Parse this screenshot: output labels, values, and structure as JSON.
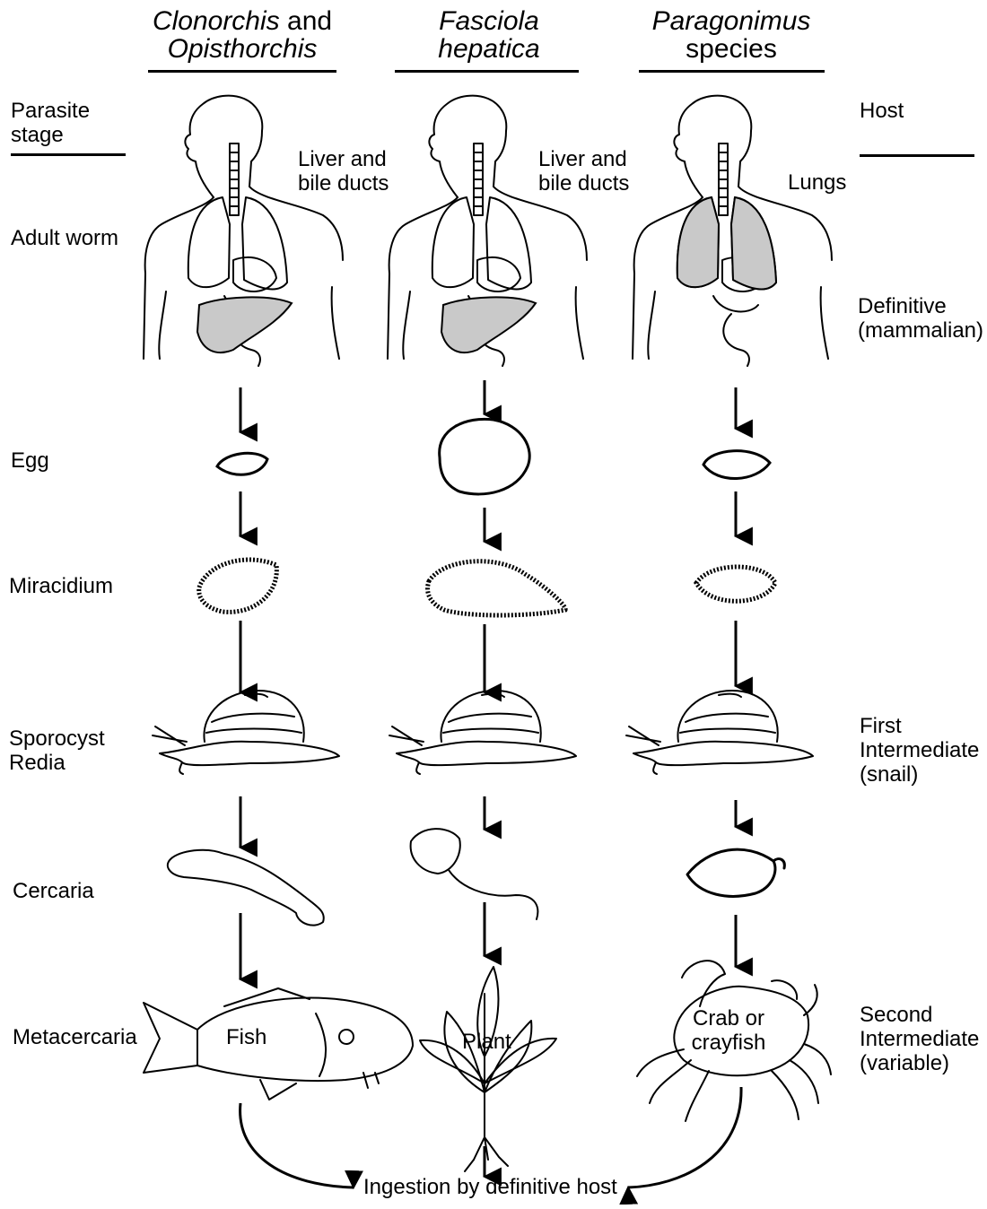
{
  "columns": [
    {
      "italic1": "Clonorchis",
      "text1": " and",
      "italic2": "Opisthorchis",
      "text2": "",
      "site": [
        "Liver and",
        "bile ducts"
      ],
      "second_host": "Fish"
    },
    {
      "italic1": "Fasciola",
      "text1": "",
      "italic2": "hepatica",
      "text2": "",
      "site": [
        "Liver and",
        "bile ducts"
      ],
      "second_host": "Plant"
    },
    {
      "italic1": "Paragonimus",
      "text1": "",
      "italic2": "",
      "text2": "species",
      "site": [
        "Lungs"
      ],
      "second_host": [
        "Crab or",
        "crayfish"
      ]
    }
  ],
  "left_heading": [
    "Parasite",
    "stage"
  ],
  "right_heading": "Host",
  "stages": [
    "Adult worm",
    "Egg",
    "Miracidium",
    [
      "Sporocyst",
      "Redia"
    ],
    "Cercaria",
    "Metacercaria"
  ],
  "hosts": {
    "definitive": [
      "Definitive",
      "(mammalian)"
    ],
    "first": [
      "First",
      "Intermediate",
      "(snail)"
    ],
    "second": [
      "Second",
      "Intermediate",
      "(variable)"
    ]
  },
  "footer": "Ingestion by definitive host"
}
